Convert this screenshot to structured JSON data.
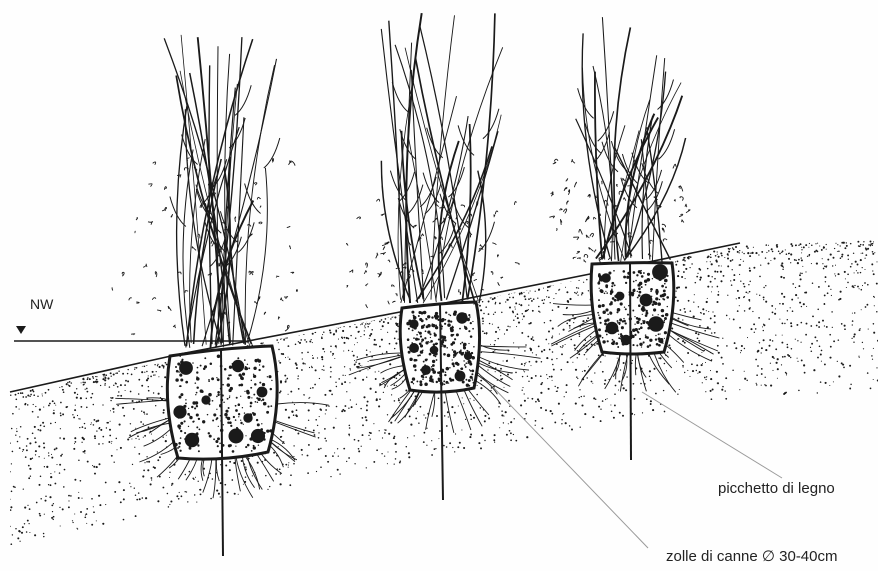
{
  "labels": {
    "water_level": "NW",
    "stake": "picchetto di legno",
    "clumps": "zolle di canne ∅ 30-40cm"
  },
  "colors": {
    "ink": "#1a1a1a",
    "leader": "#9a9a9a",
    "paper": "#fefefe"
  },
  "figure": {
    "clump_count": 3
  }
}
